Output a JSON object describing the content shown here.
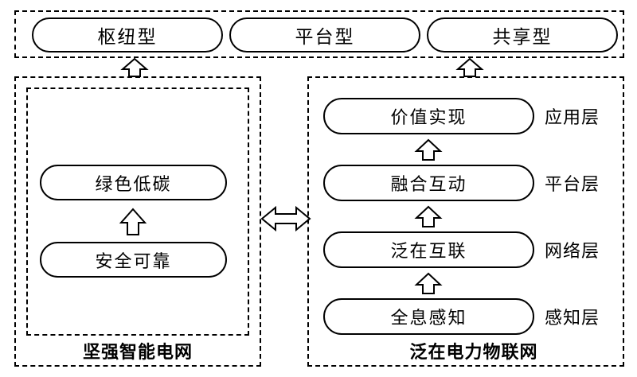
{
  "diagram": {
    "top_row": {
      "items": [
        {
          "label": "枢纽型"
        },
        {
          "label": "平台型"
        },
        {
          "label": "共享型"
        }
      ]
    },
    "left_panel": {
      "bottom_label": "坚强智能电网",
      "nodes": [
        {
          "label": "绿色低碳"
        },
        {
          "label": "安全可靠"
        }
      ],
      "arrows": [
        {
          "name": "arrow-up-left-inner",
          "direction": "up"
        }
      ]
    },
    "right_panel": {
      "bottom_label": "泛在电力物联网",
      "layers": [
        {
          "node": "价值实现",
          "layer_label": "应用层"
        },
        {
          "node": "融合互动",
          "layer_label": "平台层"
        },
        {
          "node": "泛在互联",
          "layer_label": "网络层"
        },
        {
          "node": "全息感知",
          "layer_label": "感知层"
        }
      ]
    },
    "connectors": [
      {
        "name": "arrow-left-panel-to-top",
        "direction": "up"
      },
      {
        "name": "arrow-right-panel-to-top",
        "direction": "up"
      },
      {
        "name": "arrow-between-panels",
        "direction": "left-right"
      }
    ],
    "colors": {
      "stroke": "#000000",
      "fill": "#ffffff",
      "text": "#000000"
    }
  }
}
